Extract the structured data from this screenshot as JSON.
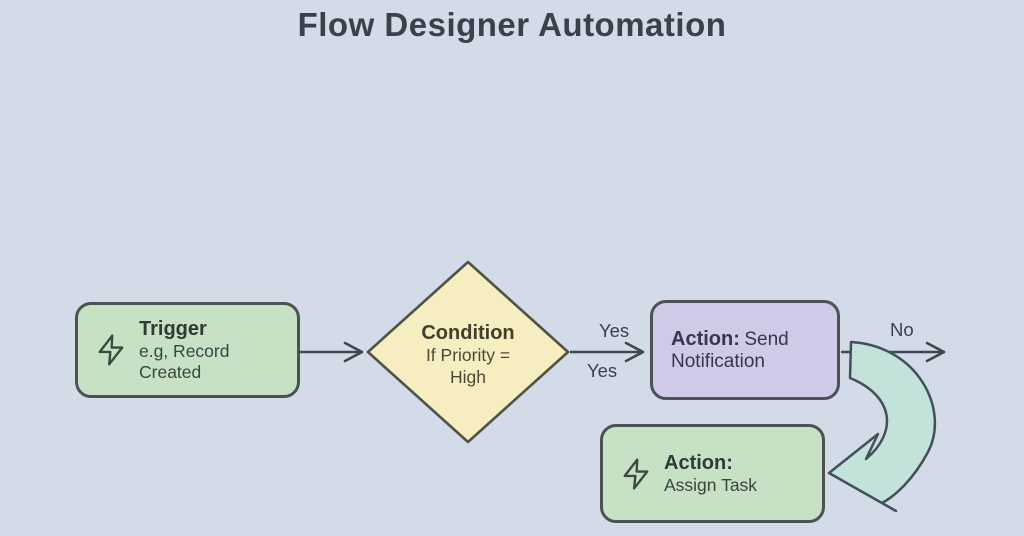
{
  "title": "Flow Designer Automation",
  "colors": {
    "background": "#d3dbe8",
    "node_green": "#c7e1c5",
    "node_yellow": "#f6edc1",
    "node_purple": "#d0c9e7",
    "curved_arrow_teal": "#c3e2d9",
    "stroke_dark": "#4a5254",
    "arrow_line": "#3f464e",
    "title_text": "#3a414b"
  },
  "nodes": {
    "trigger": {
      "heading": "Trigger",
      "subtext": "e.g, Record Created",
      "icon": "lightning-bolt"
    },
    "condition": {
      "heading": "Condition",
      "subtext_line1": "If Priority =",
      "subtext_line2": "High"
    },
    "action_send": {
      "heading": "Action:",
      "text": "Send Notification"
    },
    "action_assign": {
      "heading": "Action:",
      "text": "Assign Task",
      "icon": "lightning-bolt"
    }
  },
  "edges": {
    "yes_label_top": "Yes",
    "yes_label_bottom": "Yes",
    "no_label": "No"
  }
}
